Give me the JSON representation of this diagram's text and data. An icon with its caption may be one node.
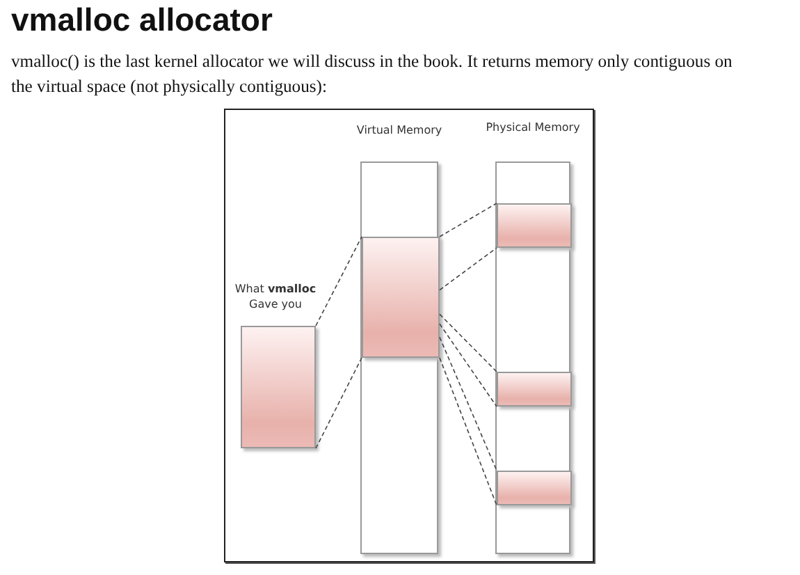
{
  "diagram": {
    "title": "vmalloc allocator",
    "caption": "vmalloc() is the last kernel allocator we will discuss in the book. It returns memory only contiguous on the virtual space (not physically contiguous):",
    "nodes": [
      {
        "text": [
          "What **vmalloc** Gave you"
        ]
      },
      {
        "text": [
          "Virtual Memory"
        ]
      },
      {
        "text": [],
        "shape": "box",
        "in": 1
      },
      {
        "text": [
          "Physical Memory"
        ]
      },
      {
        "text": [],
        "shape": "box",
        "in": 3
      },
      {
        "text": [],
        "shape": "box",
        "in": 3
      },
      {
        "text": [],
        "shape": "box",
        "in": 3
      }
    ],
    "edges": [
      {
        "from": 0,
        "to": 2,
        "arrow": "none",
        "style": "dashed"
      },
      {
        "from": 0,
        "to": 2,
        "arrow": "none",
        "style": "dashed"
      },
      {
        "from": 2,
        "to": 4,
        "arrow": "none",
        "style": "dashed"
      },
      {
        "from": 2,
        "to": 4,
        "arrow": "none",
        "style": "dashed"
      },
      {
        "from": 2,
        "to": 5,
        "arrow": "none",
        "style": "dashed"
      },
      {
        "from": 2,
        "to": 5,
        "arrow": "none",
        "style": "dashed"
      },
      {
        "from": 2,
        "to": 6,
        "arrow": "none",
        "style": "dashed"
      },
      {
        "from": 2,
        "to": 6,
        "arrow": "none",
        "style": "dashed"
      }
    ]
  }
}
